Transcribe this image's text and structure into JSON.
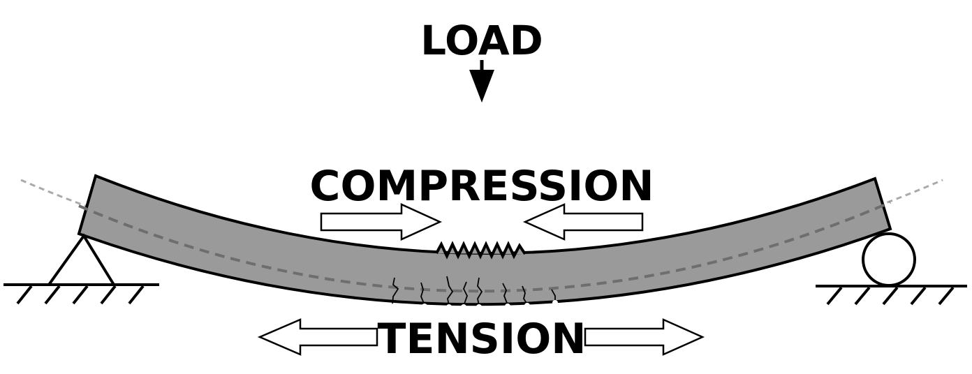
{
  "labels": {
    "load": "LOAD",
    "compression": "COMPRESSION",
    "tension": "TENSION"
  },
  "colors": {
    "beam": "#9a9a9a",
    "outline": "#000000",
    "neutral_axis": "#777777",
    "arrow_fill": "#ffffff"
  }
}
